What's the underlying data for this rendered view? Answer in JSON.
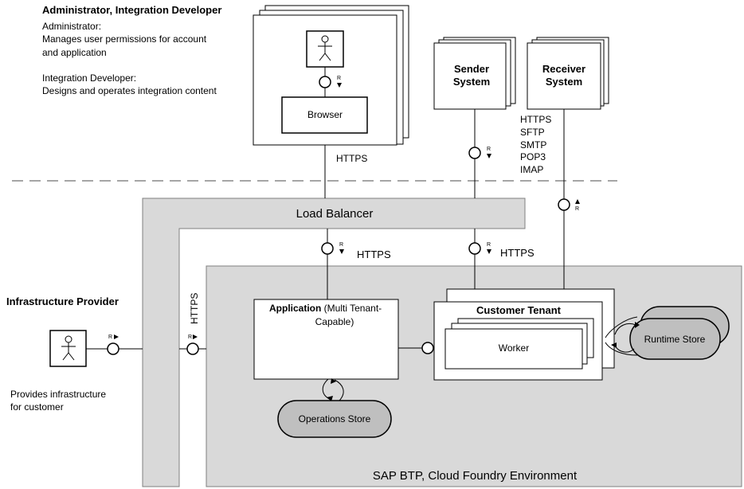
{
  "admin_block": {
    "heading": "Administrator, Integration Developer",
    "admin_title": "Administrator:",
    "admin_line1": "Manages user permissions for account",
    "admin_line2": "and application",
    "dev_title": "Integration Developer:",
    "dev_line1": "Designs and operates integration content"
  },
  "browser": {
    "label": "Browser",
    "protocol": "HTTPS"
  },
  "sender": {
    "line1": "Sender",
    "line2": "System"
  },
  "receiver": {
    "line1": "Receiver",
    "line2": "System",
    "protocols": [
      "HTTPS",
      "SFTP",
      "SMTP",
      "POP3",
      "IMAP"
    ]
  },
  "load_balancer": {
    "label": "Load Balancer"
  },
  "https_labels": {
    "lb_left": "HTTPS",
    "lb_right": "HTTPS",
    "vertical": "HTTPS"
  },
  "request_marker": "R",
  "infra": {
    "heading": "Infrastructure Provider",
    "line1": "Provides infrastructure",
    "line2": "for customer"
  },
  "application": {
    "label_bold": "Application",
    "label_rest": " (Multi Tenant-",
    "label_line2": "Capable)"
  },
  "operations_store": {
    "label": "Operations Store"
  },
  "customer_tenant": {
    "label": "Customer Tenant"
  },
  "worker": {
    "label": "Worker"
  },
  "runtime_store": {
    "label": "Runtime Store"
  },
  "environment": {
    "label": "SAP BTP, Cloud Foundry Environment"
  },
  "colors": {
    "region": "#d9d9d9",
    "store": "#bfbfbf",
    "line": "#000000",
    "dash": "#a6a6a6"
  }
}
